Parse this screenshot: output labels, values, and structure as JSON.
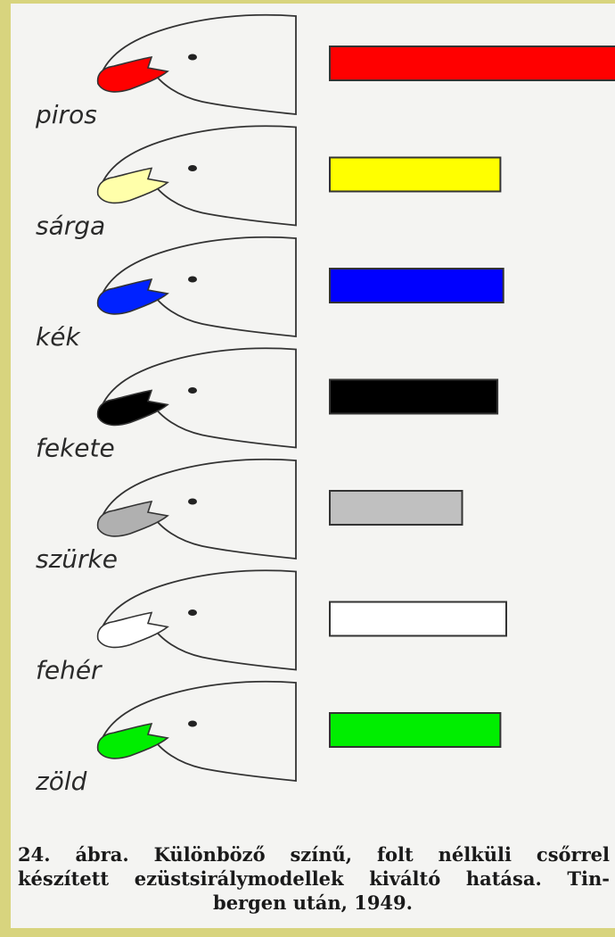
{
  "chart_data": {
    "type": "bar",
    "categories": [
      "piros",
      "sárga",
      "kék",
      "fekete",
      "szürke",
      "fehér",
      "zöld"
    ],
    "values": [
      100,
      58,
      59,
      57,
      45,
      60,
      58
    ],
    "bar_colors": [
      "#ff0000",
      "#ffff00",
      "#0000ff",
      "#000000",
      "#c0c0c0",
      "#ffffff",
      "#00ee00"
    ],
    "beak_colors": [
      "#ff0000",
      "#ffffaa",
      "#0022ff",
      "#000000",
      "#b0b0b0",
      "#ffffff",
      "#00ee00"
    ],
    "orientation": "horizontal",
    "axes_visible": false
  },
  "caption": {
    "line1": "24. ábra. Különböző színű, folt nélküli csőrrel",
    "line2": "készített ezüstsirálymodellek kiváltó hatása. Tin-",
    "line3": "bergen után, 1949."
  }
}
